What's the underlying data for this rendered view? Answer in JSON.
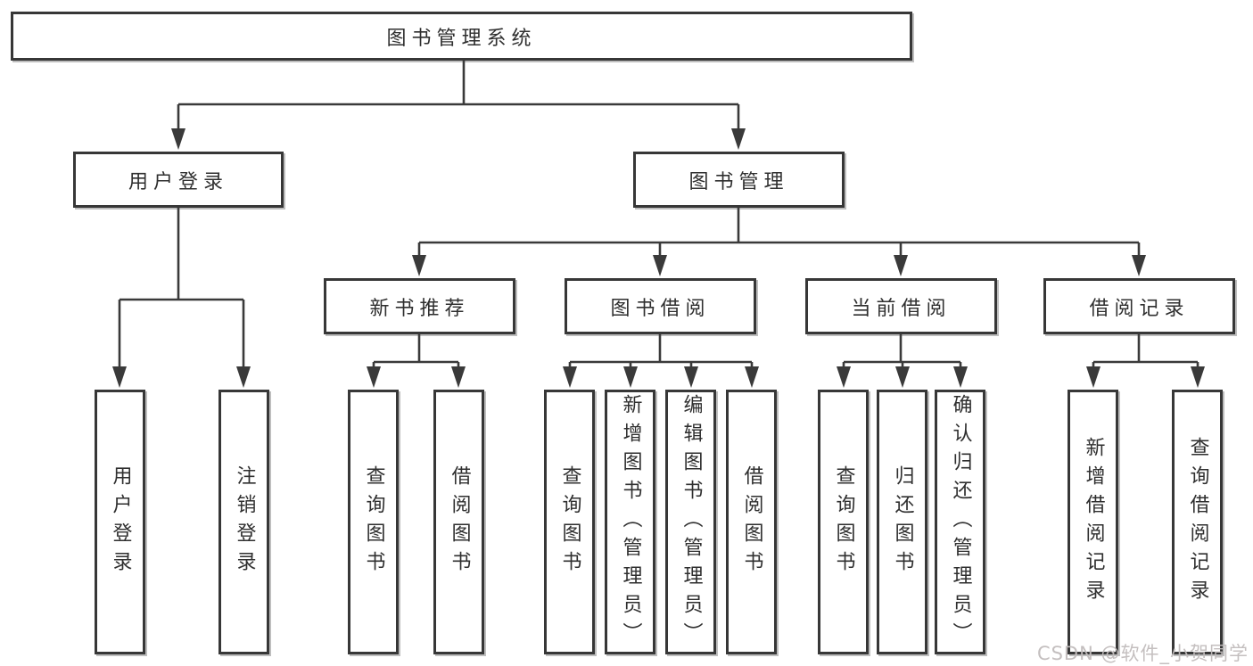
{
  "meta": {
    "line_color": "#3a3a3a",
    "border_color": "#373737",
    "text_color": "#2f2f2f",
    "watermark_color": "#c1bcbc",
    "background_color": "#ffffff"
  },
  "tree": {
    "label": "图书管理系统",
    "children": [
      {
        "label": "用户登录",
        "children": [
          {
            "label": "用户登录"
          },
          {
            "label": "注销登录"
          }
        ]
      },
      {
        "label": "图书管理",
        "children": [
          {
            "label": "新书推荐",
            "children": [
              {
                "label": "查询图书"
              },
              {
                "label": "借阅图书"
              }
            ]
          },
          {
            "label": "图书借阅",
            "children": [
              {
                "label": "查询图书"
              },
              {
                "label": "新增图书（管理员）"
              },
              {
                "label": "编辑图书（管理员）"
              },
              {
                "label": "借阅图书"
              }
            ]
          },
          {
            "label": "当前借阅",
            "children": [
              {
                "label": "查询图书"
              },
              {
                "label": "归还图书"
              },
              {
                "label": "确认归还（管理员）"
              }
            ]
          },
          {
            "label": "借阅记录",
            "children": [
              {
                "label": "新增借阅记录"
              },
              {
                "label": "查询借阅记录"
              }
            ]
          }
        ]
      }
    ]
  },
  "watermark": {
    "text": "CSDN @软件_小贺同学"
  }
}
